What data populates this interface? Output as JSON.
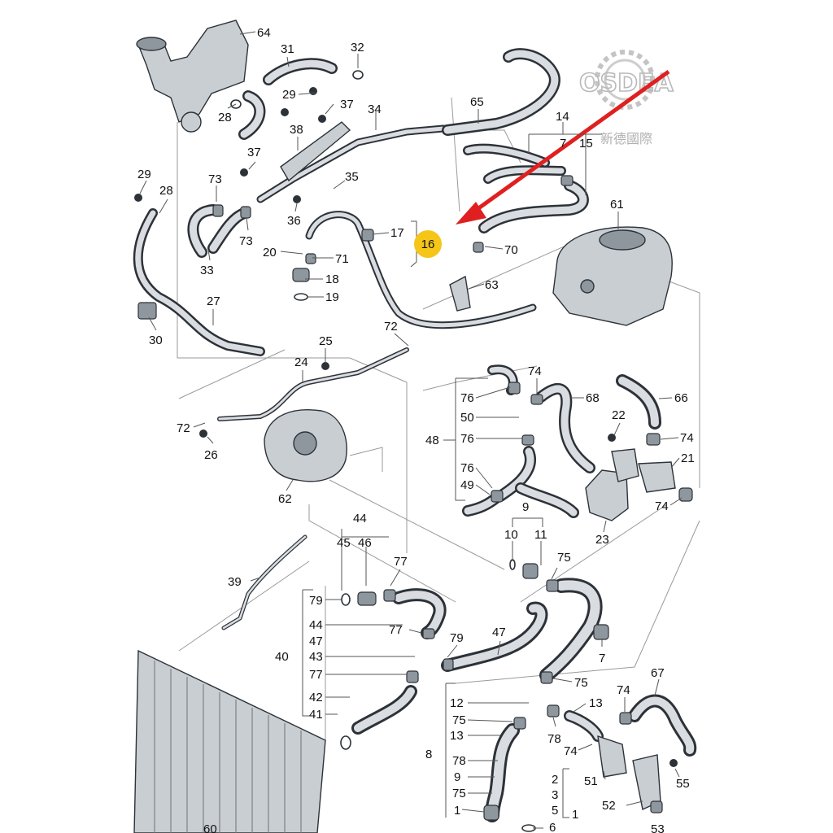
{
  "watermark": {
    "brand": "OSDEA",
    "subtitle": "新德國際"
  },
  "highlight": {
    "label": "16",
    "color": "#f5c518"
  },
  "arrow": {
    "color": "#e02020"
  },
  "callouts": [
    {
      "id": "c64",
      "text": "64"
    },
    {
      "id": "c31",
      "text": "31"
    },
    {
      "id": "c32",
      "text": "32"
    },
    {
      "id": "c29a",
      "text": "29"
    },
    {
      "id": "c37a",
      "text": "37"
    },
    {
      "id": "c34",
      "text": "34"
    },
    {
      "id": "c28a",
      "text": "28"
    },
    {
      "id": "c38",
      "text": "38"
    },
    {
      "id": "c65",
      "text": "65"
    },
    {
      "id": "c14",
      "text": "14"
    },
    {
      "id": "c7a",
      "text": "7"
    },
    {
      "id": "c15",
      "text": "15"
    },
    {
      "id": "c37b",
      "text": "37"
    },
    {
      "id": "c29b",
      "text": "29"
    },
    {
      "id": "c28b",
      "text": "28"
    },
    {
      "id": "c73a",
      "text": "73"
    },
    {
      "id": "c35",
      "text": "35"
    },
    {
      "id": "c61",
      "text": "61"
    },
    {
      "id": "c36",
      "text": "36"
    },
    {
      "id": "c17",
      "text": "17"
    },
    {
      "id": "c73b",
      "text": "73"
    },
    {
      "id": "c20",
      "text": "20"
    },
    {
      "id": "c71",
      "text": "71"
    },
    {
      "id": "c70",
      "text": "70"
    },
    {
      "id": "c33",
      "text": "33"
    },
    {
      "id": "c18",
      "text": "18"
    },
    {
      "id": "c63",
      "text": "63"
    },
    {
      "id": "c19",
      "text": "19"
    },
    {
      "id": "c27",
      "text": "27"
    },
    {
      "id": "c30",
      "text": "30"
    },
    {
      "id": "c25",
      "text": "25"
    },
    {
      "id": "c72a",
      "text": "72"
    },
    {
      "id": "c24",
      "text": "24"
    },
    {
      "id": "c74a",
      "text": "74"
    },
    {
      "id": "c76a",
      "text": "76"
    },
    {
      "id": "c68",
      "text": "68"
    },
    {
      "id": "c66",
      "text": "66"
    },
    {
      "id": "c50",
      "text": "50"
    },
    {
      "id": "c22",
      "text": "22"
    },
    {
      "id": "c72b",
      "text": "72"
    },
    {
      "id": "c48",
      "text": "48"
    },
    {
      "id": "c76b",
      "text": "76"
    },
    {
      "id": "c74b",
      "text": "74"
    },
    {
      "id": "c26",
      "text": "26"
    },
    {
      "id": "c21",
      "text": "21"
    },
    {
      "id": "c76c",
      "text": "76"
    },
    {
      "id": "c49",
      "text": "49"
    },
    {
      "id": "c62",
      "text": "62"
    },
    {
      "id": "c9a",
      "text": "9"
    },
    {
      "id": "c74c",
      "text": "74"
    },
    {
      "id": "c23",
      "text": "23"
    },
    {
      "id": "c44a",
      "text": "44"
    },
    {
      "id": "c45",
      "text": "45"
    },
    {
      "id": "c46",
      "text": "46"
    },
    {
      "id": "c10",
      "text": "10"
    },
    {
      "id": "c11",
      "text": "11"
    },
    {
      "id": "c77a",
      "text": "77"
    },
    {
      "id": "c75a",
      "text": "75"
    },
    {
      "id": "c39",
      "text": "39"
    },
    {
      "id": "c79a",
      "text": "79"
    },
    {
      "id": "c44b",
      "text": "44"
    },
    {
      "id": "c47a",
      "text": "47"
    },
    {
      "id": "c77b",
      "text": "77"
    },
    {
      "id": "c79b",
      "text": "79"
    },
    {
      "id": "c47b",
      "text": "47"
    },
    {
      "id": "c7b",
      "text": "7"
    },
    {
      "id": "c40",
      "text": "40"
    },
    {
      "id": "c43",
      "text": "43"
    },
    {
      "id": "c77c",
      "text": "77"
    },
    {
      "id": "c75b",
      "text": "75"
    },
    {
      "id": "c67",
      "text": "67"
    },
    {
      "id": "c42",
      "text": "42"
    },
    {
      "id": "c12",
      "text": "12"
    },
    {
      "id": "c13a",
      "text": "13"
    },
    {
      "id": "c74d",
      "text": "74"
    },
    {
      "id": "c41",
      "text": "41"
    },
    {
      "id": "c75c",
      "text": "75"
    },
    {
      "id": "c13b",
      "text": "13"
    },
    {
      "id": "c78a",
      "text": "78"
    },
    {
      "id": "c8",
      "text": "8"
    },
    {
      "id": "c74e",
      "text": "74"
    },
    {
      "id": "c78b",
      "text": "78"
    },
    {
      "id": "c9b",
      "text": "9"
    },
    {
      "id": "c51",
      "text": "51"
    },
    {
      "id": "c55",
      "text": "55"
    },
    {
      "id": "c75d",
      "text": "75"
    },
    {
      "id": "c2",
      "text": "2"
    },
    {
      "id": "c3",
      "text": "3"
    },
    {
      "id": "c5",
      "text": "5"
    },
    {
      "id": "c1a",
      "text": "1"
    },
    {
      "id": "c1b",
      "text": "1"
    },
    {
      "id": "c52",
      "text": "52"
    },
    {
      "id": "c60",
      "text": "60"
    },
    {
      "id": "c6",
      "text": "6"
    },
    {
      "id": "c53",
      "text": "53"
    }
  ]
}
